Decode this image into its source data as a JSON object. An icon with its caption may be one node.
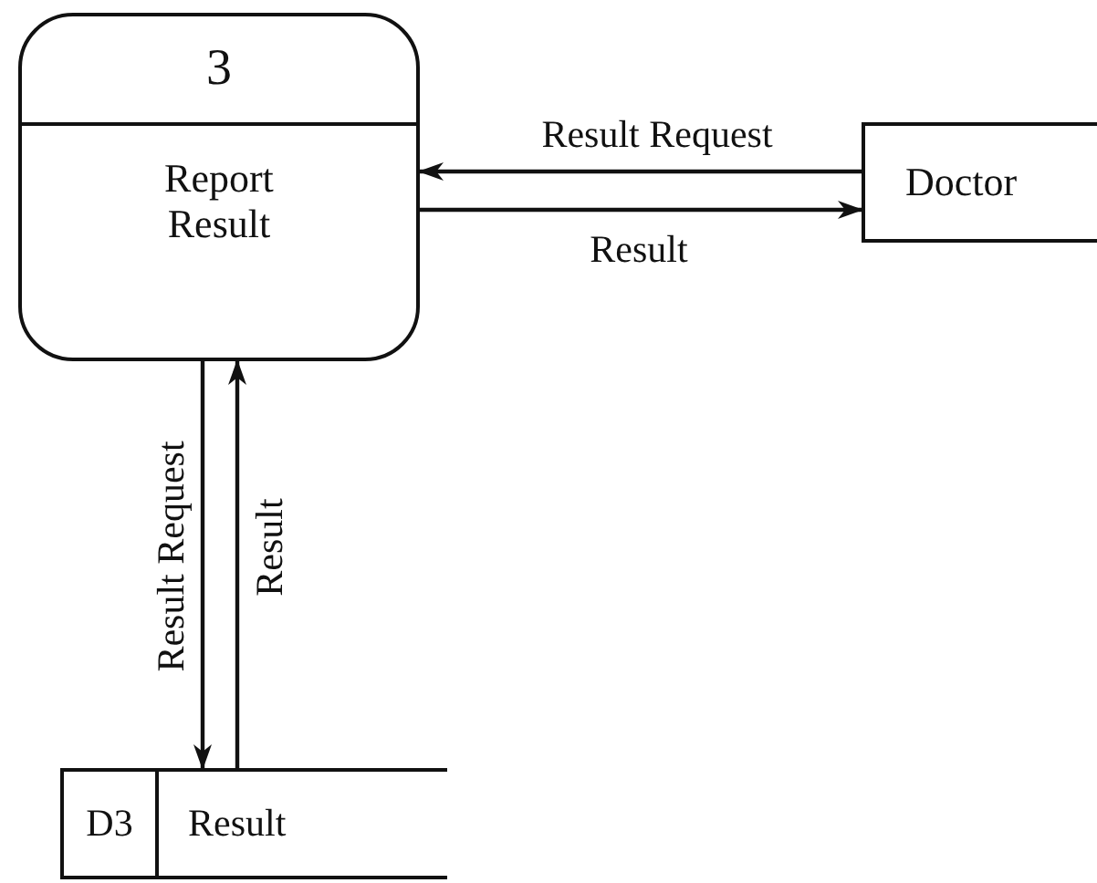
{
  "diagram": {
    "nodes": [
      {
        "text": [
          "3",
          "Report Result"
        ]
      },
      {
        "text": [
          "Doctor"
        ]
      },
      {
        "text": [
          "D3",
          "Result"
        ]
      }
    ],
    "edges": [
      {
        "from": 1,
        "to": 0,
        "arrow": "to",
        "label": "Result Request"
      },
      {
        "from": 0,
        "to": 1,
        "arrow": "to",
        "label": "Result"
      },
      {
        "from": 0,
        "to": 2,
        "arrow": "to",
        "label": "Result Request"
      },
      {
        "from": 2,
        "to": 0,
        "arrow": "to",
        "label": "Result"
      }
    ]
  }
}
